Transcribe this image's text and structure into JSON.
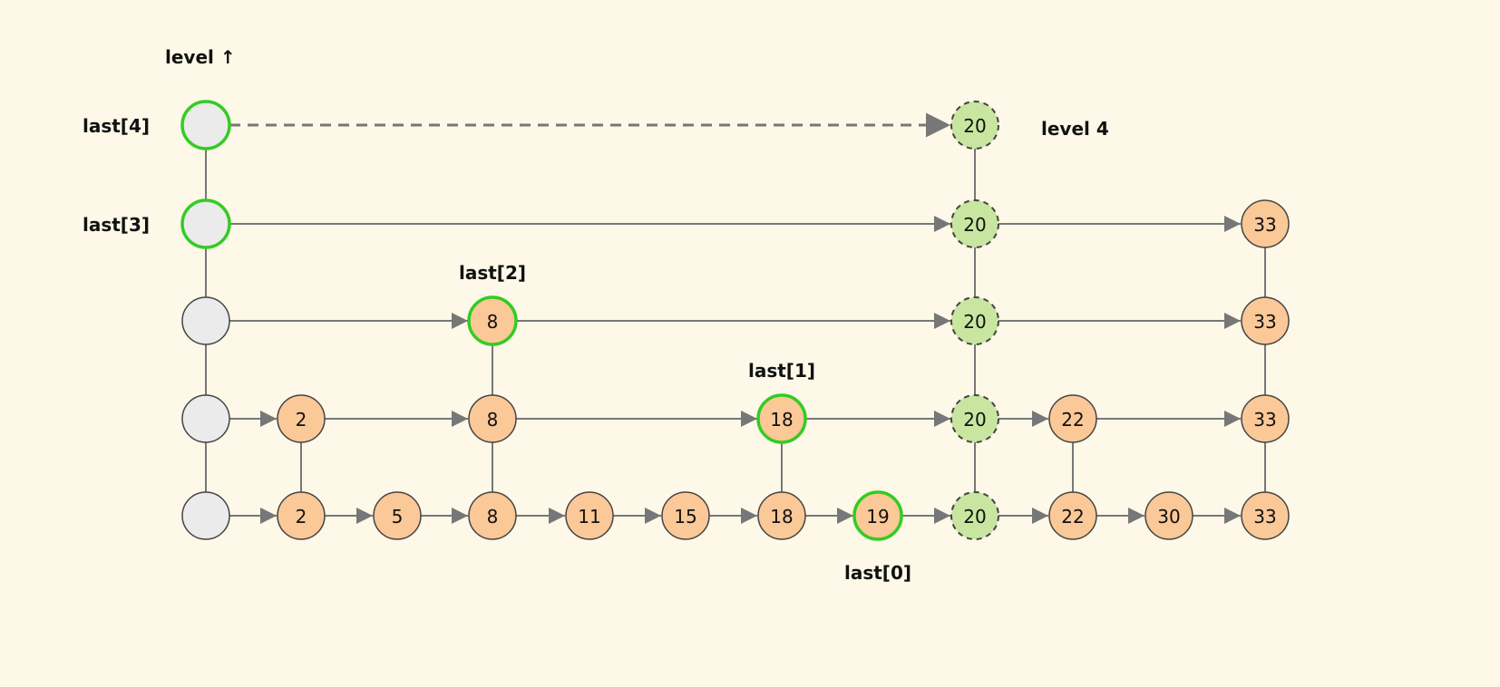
{
  "title_label": "level ↑",
  "new_level_label": "level 4",
  "head_levels": 5,
  "columns": [
    {
      "key": "2",
      "height": 2
    },
    {
      "key": "5",
      "height": 1
    },
    {
      "key": "8",
      "height": 3
    },
    {
      "key": "11",
      "height": 1
    },
    {
      "key": "15",
      "height": 1
    },
    {
      "key": "18",
      "height": 2
    },
    {
      "key": "19",
      "height": 1
    },
    {
      "key": "20",
      "height": 5,
      "inserted": true
    },
    {
      "key": "22",
      "height": 2
    },
    {
      "key": "30",
      "height": 1
    },
    {
      "key": "33",
      "height": 4
    }
  ],
  "last_pointers": [
    {
      "label": "last[0]",
      "column": "19",
      "level": 0
    },
    {
      "label": "last[1]",
      "column": "18",
      "level": 1
    },
    {
      "label": "last[2]",
      "column": "8",
      "level": 2
    },
    {
      "label": "last[3]",
      "column": "head",
      "level": 3
    },
    {
      "label": "last[4]",
      "column": "head",
      "level": 4
    }
  ],
  "colors": {
    "background": "#fdf8e8",
    "node": "#fbc898",
    "inserted": "#c8e6a0",
    "head": "#ebebeb",
    "highlight": "#33cc22",
    "edge": "#777777"
  }
}
